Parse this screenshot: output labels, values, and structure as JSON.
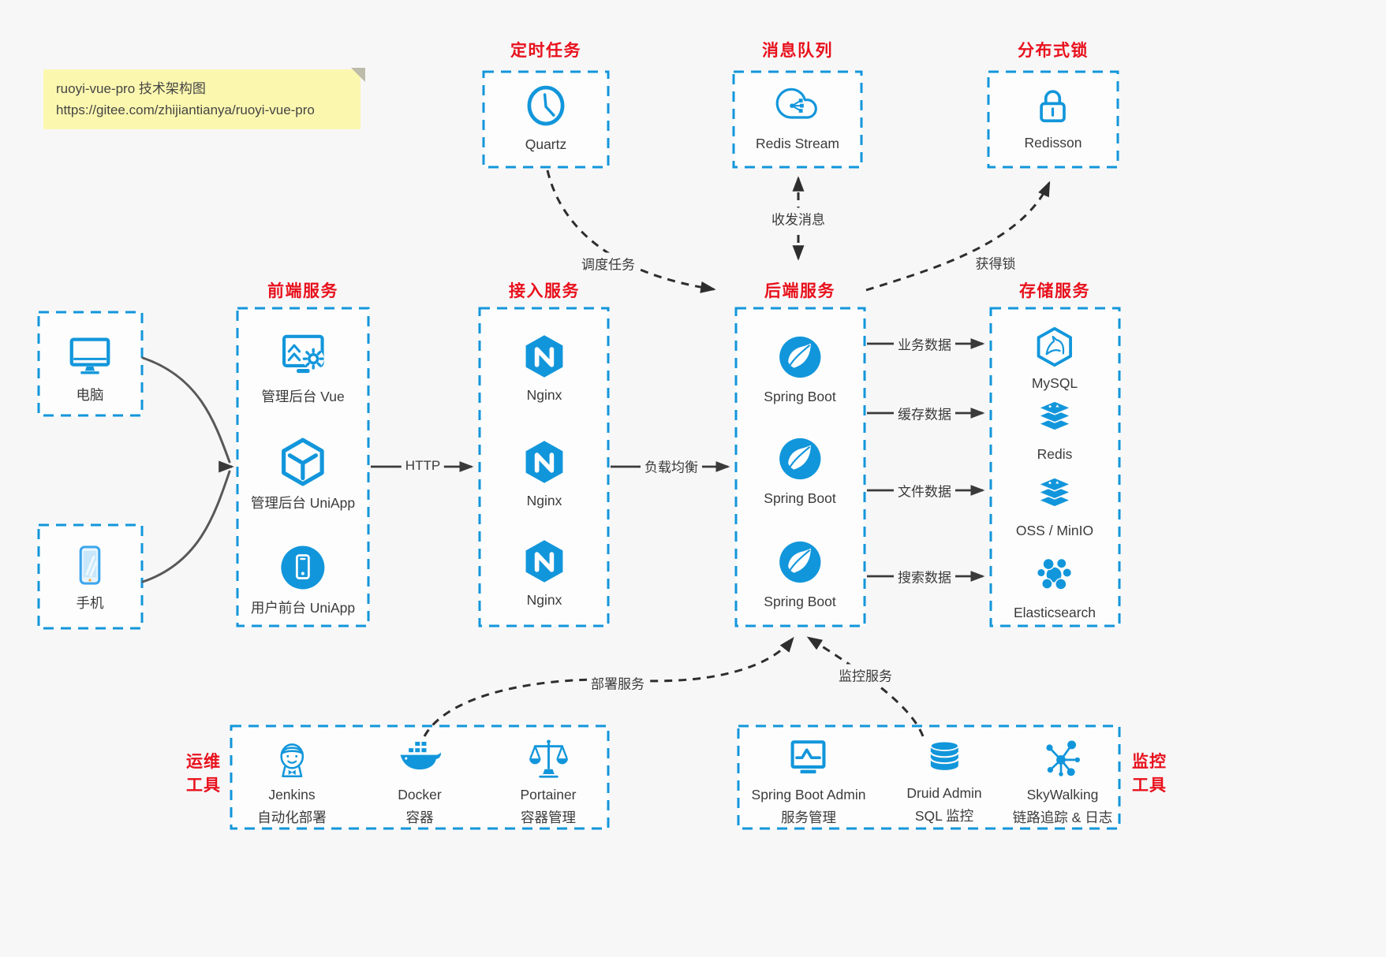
{
  "note": {
    "title": "ruoyi-vue-pro 技术架构图",
    "url": "https://gitee.com/zhijiantianya/ruoyi-vue-pro"
  },
  "section_titles": {
    "scheduled": "定时任务",
    "mq": "消息队列",
    "lock": "分布式锁",
    "frontend": "前端服务",
    "gateway": "接入服务",
    "backend": "后端服务",
    "storage": "存储服务"
  },
  "side_titles": {
    "ops_line1": "运维",
    "ops_line2": "工具",
    "monitor_line1": "监控",
    "monitor_line2": "工具"
  },
  "nodes": {
    "quartz": "Quartz",
    "redis_stream": "Redis Stream",
    "redisson": "Redisson",
    "pc": "电脑",
    "mobile": "手机",
    "admin_vue": "管理后台 Vue",
    "admin_uniapp": "管理后台 UniApp",
    "user_uniapp": "用户前台 UniApp",
    "nginx": "Nginx",
    "spring_boot": "Spring Boot",
    "mysql": "MySQL",
    "redis": "Redis",
    "oss": "OSS / MinIO",
    "elasticsearch": "Elasticsearch",
    "jenkins_name": "Jenkins",
    "jenkins_desc": "自动化部署",
    "docker_name": "Docker",
    "docker_desc": "容器",
    "portainer_name": "Portainer",
    "portainer_desc": "容器管理",
    "sba_name": "Spring Boot Admin",
    "sba_desc": "服务管理",
    "druid_name": "Druid Admin",
    "druid_desc": "SQL 监控",
    "skywalking_name": "SkyWalking",
    "skywalking_desc": "链路追踪 & 日志"
  },
  "edges": {
    "http": "HTTP",
    "load_balance": "负载均衡",
    "business_data": "业务数据",
    "cache_data": "缓存数据",
    "file_data": "文件数据",
    "search_data": "搜索数据",
    "schedule_task": "调度任务",
    "send_receive_message": "收发消息",
    "acquire_lock": "获得锁",
    "deploy_service": "部署服务",
    "monitor_service": "监控服务"
  },
  "colors": {
    "accent_blue": "#1296db",
    "title_red": "#e8111c",
    "arrow_gray": "#3a3a3a",
    "dashed_black": "#2e2e2e",
    "note_bg": "#fbf7af",
    "page_bg": "#f7f7f8"
  }
}
